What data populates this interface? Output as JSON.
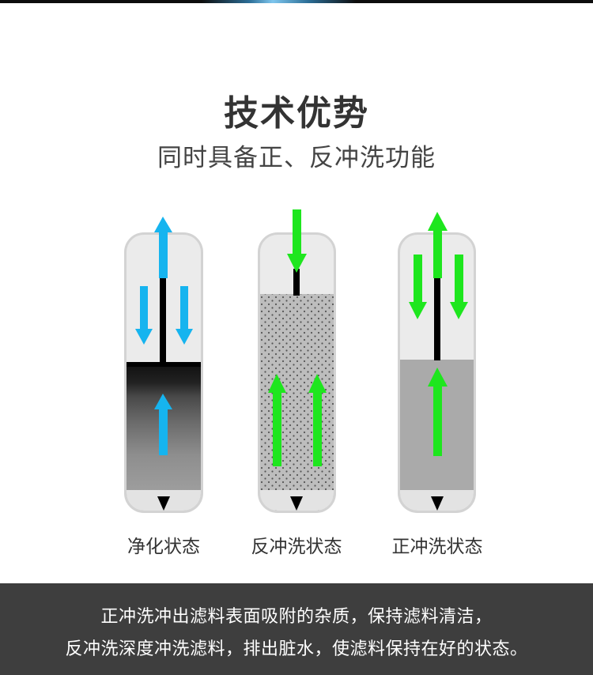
{
  "title": "技术优势",
  "subtitle": "同时具备正、反冲洗功能",
  "states": [
    {
      "label": "净化状态"
    },
    {
      "label": "反冲洗状态"
    },
    {
      "label": "正冲洗状态"
    }
  ],
  "footer": {
    "line1": "正冲洗冲出滤料表面吸附的杂质，保持滤料清洁，",
    "line2": "反冲洗深度冲洗滤料，排出脏水，使滤料保持在好的状态。"
  },
  "colors": {
    "arrow_blue": "#16b4ef",
    "arrow_green": "#1ee61e",
    "footer_bg": "#3e3e3e"
  }
}
